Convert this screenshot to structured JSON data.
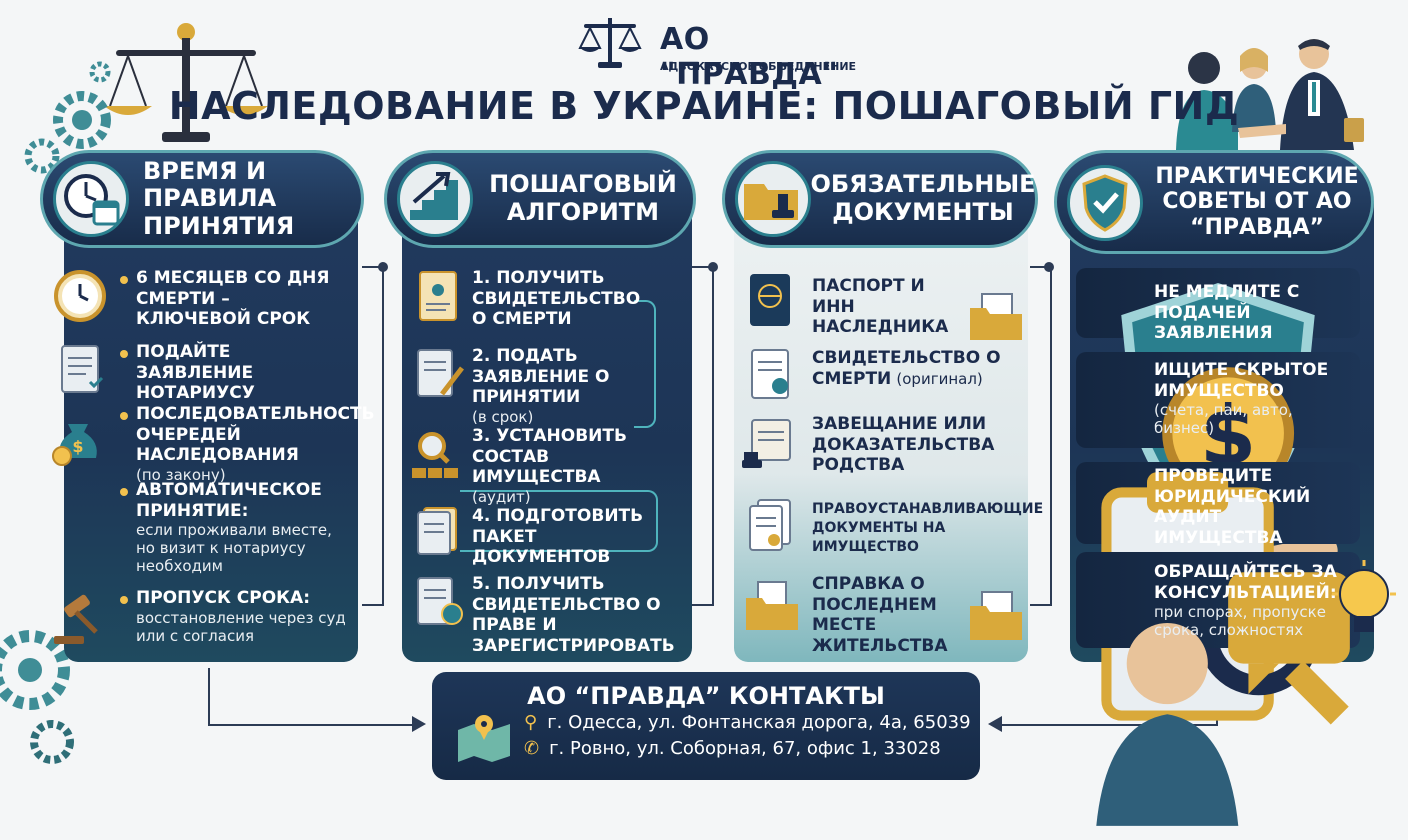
{
  "brand": {
    "name": "АО \"ПРАВДА\"",
    "subtitle": "АДВОКАТСКОЕ ОБЪЕДИНЕНИЕ",
    "icon": "scales-icon"
  },
  "title": "НАСЛЕДОВАНИЕ В УКРАИНЕ: ПОШАГОВЫЙ ГИД",
  "columns": [
    {
      "header": "ВРЕМЯ И ПРАВИЛА ПРИНЯТИЯ",
      "icon": "clock-calendar-icon",
      "items": [
        {
          "bold": "6 МЕСЯЦЕВ СО ДНЯ СМЕРТИ – КЛЮЧЕВОЙ СРОК",
          "note": "",
          "icon": "clock-icon"
        },
        {
          "bold": "ПОДАЙТЕ ЗАЯВЛЕНИЕ НОТАРИУСУ",
          "note": "",
          "icon": "document-icon"
        },
        {
          "bold": "ПОСЛЕДОВАТЕЛЬНОСТЬ ОЧЕРЕДЕЙ НАСЛЕДОВАНИЯ",
          "note": "(по закону)",
          "icon": "money-bag-icon"
        },
        {
          "bold": "АВТОМАТИЧЕСКОЕ ПРИНЯТИЕ:",
          "note": "если проживали вместе, но визит к нотариусу необходим",
          "icon": ""
        },
        {
          "bold": "ПРОПУСК СРОКА:",
          "note": "восстановление через суд или с согласия",
          "icon": "gavel-icon"
        }
      ]
    },
    {
      "header": "ПОШАГОВЫЙ АЛГОРИТМ",
      "icon": "stairs-arrow-icon",
      "items": [
        {
          "bold": "1. ПОЛУЧИТЬ СВИДЕТЕЛЬСТВО О СМЕРТИ",
          "note": "",
          "icon": "certificate-icon"
        },
        {
          "bold": "2. ПОДАТЬ ЗАЯВЛЕНИЕ О ПРИНЯТИИ",
          "note": "(в срок)",
          "icon": "pen-document-icon"
        },
        {
          "bold": "3. УСТАНОВИТЬ СОСТАВ ИМУЩЕСТВА",
          "note": "(аудит)",
          "icon": "magnifier-icon"
        },
        {
          "bold": "4. ПОДГОТОВИТЬ ПАКЕТ ДОКУМЕНТОВ",
          "note": "",
          "icon": "document-stack-icon"
        },
        {
          "bold": "5. ПОЛУЧИТЬ СВИДЕТЕЛЬСТВО О ПРАВЕ И ЗАРЕГИСТРИРОВАТЬ",
          "note": "",
          "icon": "seal-document-icon"
        }
      ]
    },
    {
      "header": "ОБЯЗАТЕЛЬНЫЕ ДОКУМЕНТЫ",
      "icon": "folder-stamp-icon",
      "items": [
        {
          "bold": "ПАСПОРТ И ИНН НАСЛЕДНИКА",
          "note": "",
          "icon": "passport-icon"
        },
        {
          "bold": "СВИДЕТЕЛЬСТВО О СМЕРТИ",
          "note": "(оригинал)",
          "icon": "certificate-icon"
        },
        {
          "bold": "ЗАВЕЩАНИЕ ИЛИ ДОКАЗАТЕЛЬСТВА РОДСТВА",
          "note": "",
          "icon": "will-scroll-icon"
        },
        {
          "bold": "ПРАВОУСТАНАВЛИВАЮЩИЕ ДОКУМЕНТЫ НА ИМУЩЕСТВО",
          "note": "",
          "icon": "documents-icon"
        },
        {
          "bold": "СПРАВКА О ПОСЛЕДНЕМ МЕСТЕ ЖИТЕЛЬСТВА",
          "note": "",
          "icon": "folder-icon"
        }
      ]
    },
    {
      "header": "ПРАКТИЧЕСКИЕ СОВЕТЫ ОТ АО “ПРАВДА”",
      "icon": "shield-check-icon",
      "items": [
        {
          "bold": "НЕ МЕДЛИТЕ С ПОДАЧЕЙ ЗАЯВЛЕНИЯ",
          "note": "",
          "icon": "shield-check-icon"
        },
        {
          "bold": "ИЩИТЕ СКРЫТОЕ ИМУЩЕСТВО",
          "note": "(счета, паи, авто, бизнес)",
          "icon": "hand-money-icon"
        },
        {
          "bold": "ПРОВЕДИТЕ ЮРИДИЧЕСКИЙ АУДИТ ИМУЩЕСТВА",
          "note": "",
          "icon": "clipboard-magnifier-icon"
        },
        {
          "bold": "ОБРАЩАЙТЕСЬ ЗА КОНСУЛЬТАЦИЕЙ:",
          "note": "при спорах, пропуске срока, сложностях",
          "icon": "consultant-icon"
        }
      ]
    }
  ],
  "contacts": {
    "title": "АО “ПРАВДА” КОНТАКТЫ",
    "address": "г. Одесса, ул. Фонтанская дорога, 4а, 65039",
    "phone_line": "г. Ровно, ул. Соборная, 67, офис 1, 33028",
    "icons": [
      "map-icon",
      "pin-icon",
      "phone-icon"
    ]
  },
  "colors": {
    "navy": "#1b2b4c",
    "teal": "#2a7f8e",
    "gold": "#f2c14e"
  }
}
